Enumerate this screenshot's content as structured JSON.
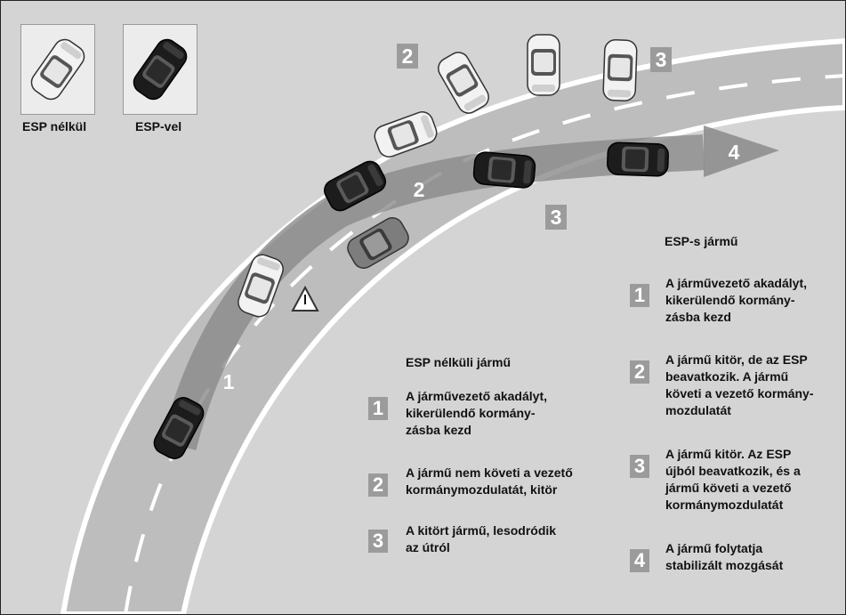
{
  "legend": {
    "without_label": "ESP nélkül",
    "with_label": "ESP-vel"
  },
  "road_markers": {
    "no_esp": [
      "2",
      "3"
    ],
    "esp": [
      "1",
      "2",
      "3",
      "4"
    ]
  },
  "no_esp_section": {
    "title": "ESP nélküli jármű",
    "items": [
      {
        "num": "1",
        "text": "A járművezető akadályt,\nkikerülendő kormány-\nzásba kezd"
      },
      {
        "num": "2",
        "text": "A jármű nem követi a vezető\nkormánymozdulatát, kitör"
      },
      {
        "num": "3",
        "text": "A kitört jármű, lesodródik\naz útról"
      }
    ]
  },
  "esp_section": {
    "title": "ESP-s jármű",
    "items": [
      {
        "num": "1",
        "text": "A járművezető akadályt,\nkikerülendő kormány-\nzásba kezd"
      },
      {
        "num": "2",
        "text": "A jármű kitör, de az ESP\nbeavatkozik. A jármű\nköveti a vezető kormány-\nmozdulatát"
      },
      {
        "num": "3",
        "text": "A jármű kitör. Az ESP\nújból beavatkozik, és a\njármű követi a vezető\nkormánymozdulatát"
      },
      {
        "num": "4",
        "text": "A jármű folytatja\nstabilizált mozgását"
      }
    ]
  },
  "colors": {
    "background": "#d4d4d4",
    "road": "#bdbdbd",
    "badge": "#9b9b9b",
    "arrow": "#8a8a8a",
    "car_dark": "#1c1c1c",
    "car_light": "#f2f2f2"
  }
}
